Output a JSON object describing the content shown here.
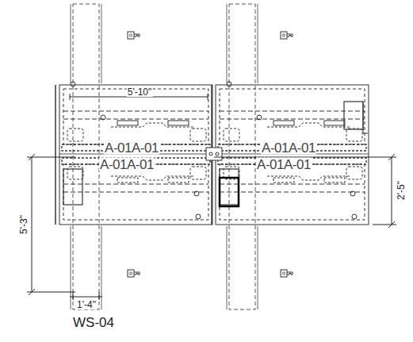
{
  "diagram": {
    "labels": [
      "5'-10\"",
      "A-01A-01",
      "A-01A-01",
      "A-01A-01",
      "A-01A-01",
      "2'-5\"",
      "5'-3\"",
      "1'-4\"",
      "WS-04"
    ]
  }
}
